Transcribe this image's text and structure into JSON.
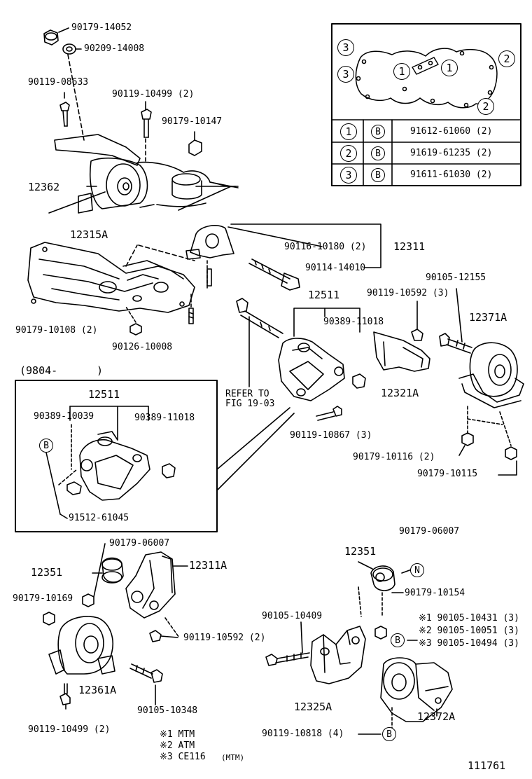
{
  "figure_id": "111761",
  "legend_table": {
    "rows": [
      {
        "num": "1",
        "mark": "B",
        "part": "91612-61060 (2)"
      },
      {
        "num": "2",
        "mark": "B",
        "part": "91619-61235 (2)"
      },
      {
        "num": "3",
        "mark": "B",
        "part": "91611-61030 (2)"
      }
    ],
    "diagram_marks": [
      "3",
      "3",
      "1",
      "1",
      "2",
      "2"
    ]
  },
  "labels": {
    "p_90179_14052": "90179-14052",
    "p_90209_14008": "90209-14008",
    "p_90119_08633": "90119-08633",
    "p_90119_10499a": "90119-10499 (2)",
    "p_90179_10147": "90179-10147",
    "p_12362": "12362",
    "p_12315A": "12315A",
    "p_90116_10180": "90116-10180 (2)",
    "p_12311": "12311",
    "p_90114_14010": "90114-14010",
    "p_90179_10108": "90179-10108 (2)",
    "p_90126_10008": "90126-10008",
    "p_12511a": "12511",
    "p_90389_11018a": "90389-11018",
    "p_90119_10592a": "90119-10592 (3)",
    "p_90105_12155": "90105-12155",
    "p_12371A": "12371A",
    "p_12321A": "12321A",
    "refer_line1": "REFER TO",
    "refer_line2": "FIG 19-03",
    "p_90119_10867": "90119-10867 (3)",
    "p_90179_10116": "90179-10116 (2)",
    "p_90179_10115": "90179-10115",
    "inset_date": "(9804-",
    "inset_date_close": ")",
    "p_12511b": "12511",
    "p_90389_10039": "90389-10039",
    "p_90389_11018b": "90389-11018",
    "inset_mark_B": "B",
    "p_91512_61045": "91512-61045",
    "p_90179_06007a": "90179-06007",
    "p_12351a": "12351",
    "p_12311A": "12311A",
    "p_90179_10169": "90179-10169",
    "p_90119_10592b": "90119-10592 (2)",
    "p_12361A": "12361A",
    "p_90105_10348": "90105-10348",
    "p_90119_10499b": "90119-10499 (2)",
    "p_90179_06007b": "90179-06007",
    "p_12351b": "12351",
    "mark_N": "N",
    "p_90179_10154": "90179-10154",
    "p_90105_10409": "90105-10409",
    "note1": "※1 90105-10431 (3)",
    "note2": "※2 90105-10051 (3)",
    "note3": "※3 90105-10494 (3)",
    "mark_B_right": "B",
    "p_12325A": "12325A",
    "p_12372A": "12372A",
    "p_90119_10818": "90119-10818 (4)",
    "mark_B_bottom": "B",
    "foot1": "※1 MTM",
    "foot2": "※2 ATM",
    "foot3": "※3 CE116",
    "foot3b": "(MTM)"
  }
}
